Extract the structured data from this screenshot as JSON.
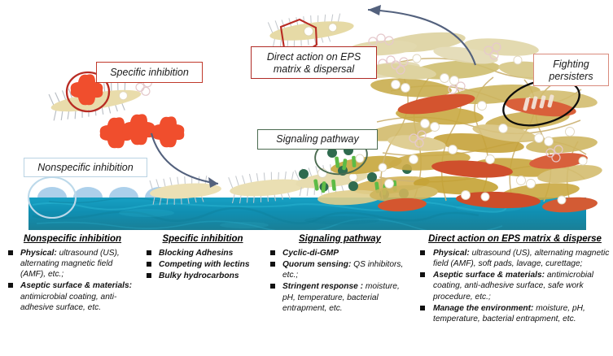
{
  "figure": {
    "title": "Anti-biofilm strategies across biofilm life cycle",
    "surface_color": "#1592b8",
    "biofilm_colors": [
      "#c9a43a",
      "#d9c074",
      "#b8922f",
      "#d9603c",
      "#c94f2e",
      "#e6d9a8"
    ],
    "eps_color": "#d4c27a",
    "arrow_color": "#53617d"
  },
  "callouts": [
    {
      "id": "nonspecific",
      "label": "Nonspecific inhibition",
      "border_color": "#b9d3e3",
      "marker": "white-circle"
    },
    {
      "id": "specific",
      "label": "Specific inhibition",
      "border_color": "#c0392b",
      "marker": "red-circle"
    },
    {
      "id": "signaling",
      "label": "Signaling pathway",
      "border_color": "#4b6b50",
      "marker": "green-ellipse"
    },
    {
      "id": "direct",
      "label": "Direct action on EPS matrix & dispersal",
      "line1": "Direct action on EPS",
      "line2": "matrix & dispersal",
      "border_color": "#b02b26",
      "marker": "red-hexagon"
    },
    {
      "id": "fighting",
      "label": "Fighting persisters",
      "line1": "Fighting",
      "line2": "persisters",
      "border_color": "#d98b7d",
      "marker": "black-ellipse"
    }
  ],
  "legend": {
    "columns": [
      {
        "id": "nonspecific",
        "heading": "Nonspecific inhibition",
        "items": [
          {
            "term": "Physical:",
            "text": " ultrasound (US), alternating magnetic field (AMF), etc.;"
          },
          {
            "term": "Aseptic surface & materials:",
            "text": " antimicrobial coating, anti-adhesive surface, etc."
          }
        ]
      },
      {
        "id": "specific",
        "heading": "Specific inhibition",
        "items": [
          {
            "term": "Blocking Adhesins",
            "text": ""
          },
          {
            "term": "Competing with lectins",
            "text": ""
          },
          {
            "term": "Bulky hydrocarbons",
            "text": ""
          }
        ]
      },
      {
        "id": "signaling",
        "heading": "Signaling pathway",
        "items": [
          {
            "term": "Cyclic-di-GMP",
            "text": ""
          },
          {
            "term": "Quorum sensing:",
            "text": " QS inhibitors, etc.;"
          },
          {
            "term": "Stringent response :",
            "text": " moisture, pH, temperature, bacterial entrapment, etc."
          }
        ]
      },
      {
        "id": "direct",
        "heading": "Direct action on EPS matrix & disperse",
        "items": [
          {
            "term": "Physical:",
            "text": " ultrasound (US), alternating magnetic field (AMF), soft pads, lavage, curettage;"
          },
          {
            "term": "Aseptic surface & materials:",
            "text": " antimicrobial coating, anti-adhesive surface, safe work procedure, etc.;"
          },
          {
            "term": "Manage the environment:",
            "text": " moisture, pH, temperature, bacterial entrapment, etc."
          }
        ]
      }
    ]
  }
}
